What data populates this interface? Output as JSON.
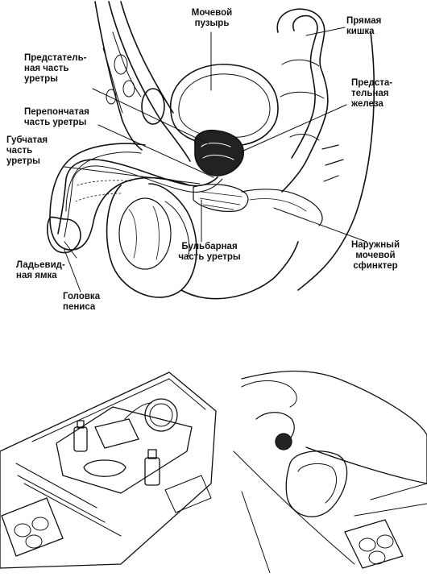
{
  "anatomy": {
    "labels": {
      "bladder": "Мочевой\nпузырь",
      "rectum": "Прямая\nкишка",
      "prostatic_urethra": "Предстатель-\nная часть\nуретры",
      "prostate": "Предста-\nтельная\nжелеза",
      "membranous_urethra": "Перепончатая\nчасть уретры",
      "spongy_urethra": "Губчатая\nчасть\nуретры",
      "navicular_fossa": "Ладьевид-\nная ямка",
      "glans": "Головка\nпениса",
      "bulbar_urethra": "Бульбарная\nчасть уретры",
      "external_sphincter": "Наружный\nмочевой\nсфинктер"
    }
  },
  "colors": {
    "ink": "#111111",
    "paper": "#ffffff"
  }
}
